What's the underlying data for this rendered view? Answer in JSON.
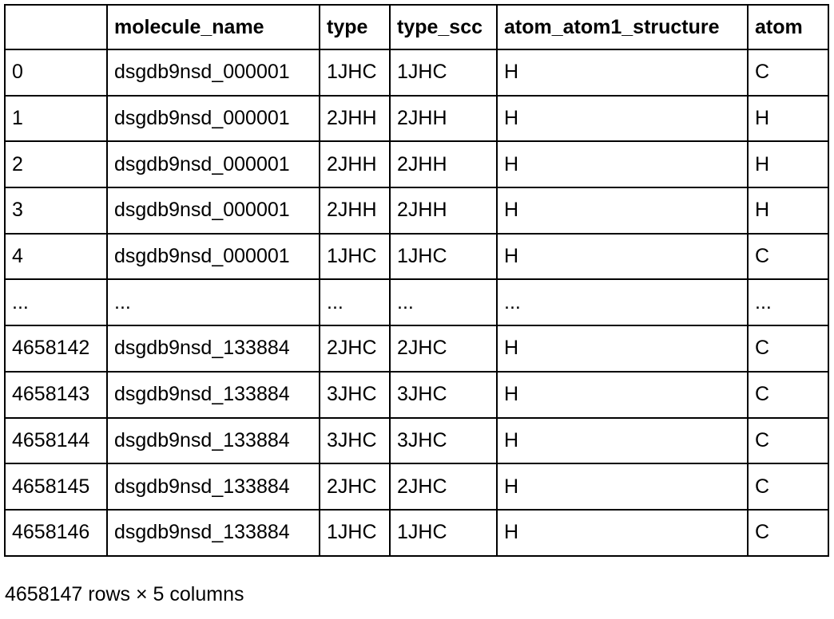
{
  "table": {
    "columns": [
      "",
      "molecule_name",
      "type",
      "type_scc",
      "atom_atom1_structure",
      "atom"
    ],
    "rows": [
      [
        "0",
        "dsgdb9nsd_000001",
        "1JHC",
        "1JHC",
        "H",
        "C"
      ],
      [
        "1",
        "dsgdb9nsd_000001",
        "2JHH",
        "2JHH",
        "H",
        "H"
      ],
      [
        "2",
        "dsgdb9nsd_000001",
        "2JHH",
        "2JHH",
        "H",
        "H"
      ],
      [
        "3",
        "dsgdb9nsd_000001",
        "2JHH",
        "2JHH",
        "H",
        "H"
      ],
      [
        "4",
        "dsgdb9nsd_000001",
        "1JHC",
        "1JHC",
        "H",
        "C"
      ],
      [
        "...",
        "...",
        "...",
        "...",
        "...",
        "..."
      ],
      [
        "4658142",
        "dsgdb9nsd_133884",
        "2JHC",
        "2JHC",
        "H",
        "C"
      ],
      [
        "4658143",
        "dsgdb9nsd_133884",
        "3JHC",
        "3JHC",
        "H",
        "C"
      ],
      [
        "4658144",
        "dsgdb9nsd_133884",
        "3JHC",
        "3JHC",
        "H",
        "C"
      ],
      [
        "4658145",
        "dsgdb9nsd_133884",
        "2JHC",
        "2JHC",
        "H",
        "C"
      ],
      [
        "4658146",
        "dsgdb9nsd_133884",
        "1JHC",
        "1JHC",
        "H",
        "C"
      ]
    ]
  },
  "shape_text": "4658147 rows × 5 columns"
}
